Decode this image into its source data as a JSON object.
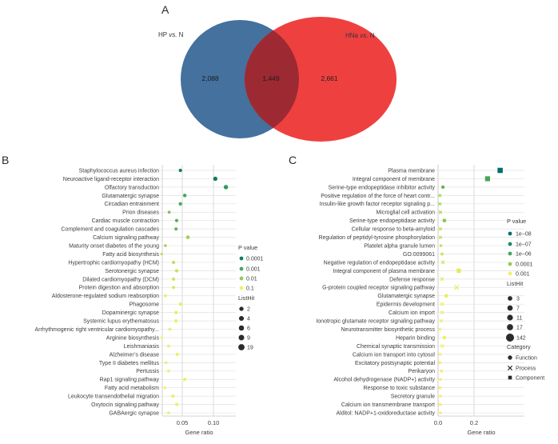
{
  "figure": {
    "panel_a_label": "A",
    "panel_b_label": "B",
    "panel_c_label": "C"
  },
  "chart_data": [
    {
      "type": "venn",
      "panel": "A",
      "sets": [
        {
          "label_parts": [
            "HP ",
            "vs.",
            " N"
          ],
          "count": "2,088",
          "color": "#44719e"
        },
        {
          "label_parts": [
            "HNa ",
            "vs.",
            " N"
          ],
          "count": "2,661",
          "color": "#ef4040"
        }
      ],
      "intersection": {
        "count": "1,449",
        "color": "#9d2a33"
      }
    },
    {
      "type": "scatter",
      "panel": "B",
      "xlabel": "Gene ratio",
      "x_ticks": [
        {
          "value": 0.05,
          "label": "0.05"
        },
        {
          "value": 0.1,
          "label": "0.10"
        }
      ],
      "xlim": [
        0.018,
        0.136
      ],
      "grid": true,
      "legend_position": "right",
      "legend": {
        "p_title": "P value",
        "p_items": [
          {
            "label": "0.0001",
            "color": "#0e7d62"
          },
          {
            "label": "0.001",
            "color": "#41a85f"
          },
          {
            "label": "0.01",
            "color": "#96c957"
          },
          {
            "label": "0.1",
            "color": "#eef064"
          }
        ],
        "size_title": "ListHit",
        "size_items": [
          2,
          4,
          6,
          9,
          19
        ]
      },
      "points": [
        {
          "label": "Staphylococcus aureus infection",
          "gene_ratio": 0.047,
          "list_hit": 6,
          "color": "#0e7d62"
        },
        {
          "label": "Neuroactive ligand-receptor interaction",
          "gene_ratio": 0.103,
          "list_hit": 17,
          "color": "#0e7d62"
        },
        {
          "label": "Olfactory transduction",
          "gene_ratio": 0.12,
          "list_hit": 19,
          "color": "#2f9a60"
        },
        {
          "label": "Glutamatergic synapse",
          "gene_ratio": 0.054,
          "list_hit": 8,
          "color": "#41a75c"
        },
        {
          "label": "Circadian entrainment",
          "gene_ratio": 0.047,
          "list_hit": 7,
          "color": "#4cab5a"
        },
        {
          "label": "Prion diseases",
          "gene_ratio": 0.029,
          "list_hit": 4,
          "color": "#83c054"
        },
        {
          "label": "Cardiac muscle contraction",
          "gene_ratio": 0.041,
          "list_hit": 6,
          "color": "#55b159"
        },
        {
          "label": "Complement and coagulation cascades",
          "gene_ratio": 0.04,
          "list_hit": 6,
          "color": "#61b657"
        },
        {
          "label": "Calcium signaling pathway",
          "gene_ratio": 0.059,
          "list_hit": 9,
          "color": "#a6d052"
        },
        {
          "label": "Maturity onset diabetes of the young",
          "gene_ratio": 0.023,
          "list_hit": 3,
          "color": "#9cca55"
        },
        {
          "label": "Fatty acid biosynthesis",
          "gene_ratio": 0.017,
          "list_hit": 2,
          "color": "#b9d94f"
        },
        {
          "label": "Hypertrophic cardiomyopathy (HCM)",
          "gene_ratio": 0.036,
          "list_hit": 5,
          "color": "#c5dd52"
        },
        {
          "label": "Serotonergic synapse",
          "gene_ratio": 0.041,
          "list_hit": 6,
          "color": "#cde055"
        },
        {
          "label": "Dilated cardiomyopathy (DCM)",
          "gene_ratio": 0.036,
          "list_hit": 5,
          "color": "#d0e254"
        },
        {
          "label": "Protein digestion and absorption",
          "gene_ratio": 0.036,
          "list_hit": 5,
          "color": "#dbe85a"
        },
        {
          "label": "Aldosterone-regulated sodium reabsorption",
          "gene_ratio": 0.023,
          "list_hit": 3,
          "color": "#e4ec5e"
        },
        {
          "label": "Phagosome",
          "gene_ratio": 0.047,
          "list_hit": 6,
          "color": "#e9ee61"
        },
        {
          "label": "Dopaminergic synapse",
          "gene_ratio": 0.04,
          "list_hit": 6,
          "color": "#e9ee61"
        },
        {
          "label": "Systemic lupus erythematosus",
          "gene_ratio": 0.04,
          "list_hit": 6,
          "color": "#ebef62"
        },
        {
          "label": "Arrhythmogenic right ventricular cardiomyopathy...",
          "gene_ratio": 0.03,
          "list_hit": 4,
          "color": "#ebef62"
        },
        {
          "label": "Arginine biosynthesis",
          "gene_ratio": 0.017,
          "list_hit": 2,
          "color": "#edf063"
        },
        {
          "label": "Leishmaniasis",
          "gene_ratio": 0.028,
          "list_hit": 4,
          "color": "#edf063"
        },
        {
          "label": "Alzheimer’s disease",
          "gene_ratio": 0.042,
          "list_hit": 6,
          "color": "#edf063"
        },
        {
          "label": "Type II diabetes mellitus",
          "gene_ratio": 0.024,
          "list_hit": 3,
          "color": "#eef064"
        },
        {
          "label": "Pertussis",
          "gene_ratio": 0.028,
          "list_hit": 4,
          "color": "#eef064"
        },
        {
          "label": "Rap1 signaling pathway",
          "gene_ratio": 0.054,
          "list_hit": 7,
          "color": "#eef064"
        },
        {
          "label": "Fatty acid metabolism",
          "gene_ratio": 0.022,
          "list_hit": 3,
          "color": "#eef064"
        },
        {
          "label": "Leukocyte transendothelial migration",
          "gene_ratio": 0.035,
          "list_hit": 5,
          "color": "#eef064"
        },
        {
          "label": "Oxytocin signaling pathway",
          "gene_ratio": 0.041,
          "list_hit": 6,
          "color": "#eef064"
        },
        {
          "label": "GABAergic synapse",
          "gene_ratio": 0.028,
          "list_hit": 4,
          "color": "#eef064"
        }
      ]
    },
    {
      "type": "scatter",
      "panel": "C",
      "xlabel": "Gene ratio",
      "x_ticks": [
        {
          "value": 0.0,
          "label": "0.0"
        },
        {
          "value": 0.2,
          "label": "0.2"
        }
      ],
      "xlim": [
        0,
        0.48
      ],
      "grid": true,
      "legend_position": "right",
      "legend": {
        "p_title": "P value",
        "p_items": [
          {
            "label": "1e−08",
            "color": "#006e6d"
          },
          {
            "label": "1e−07",
            "color": "#1f8a5e"
          },
          {
            "label": "1e−06",
            "color": "#41a85f"
          },
          {
            "label": "0.0001",
            "color": "#9acb53"
          },
          {
            "label": "0.001",
            "color": "#eef064"
          }
        ],
        "size_title": "ListHit",
        "size_items": [
          3,
          7,
          11,
          17,
          142
        ],
        "category_title": "Category",
        "category_items": [
          {
            "label": "Function",
            "shape": "circle"
          },
          {
            "label": "Process",
            "shape": "cross"
          },
          {
            "label": "Component",
            "shape": "square"
          }
        ]
      },
      "points": [
        {
          "label": "Plasma membrane",
          "gene_ratio": 0.345,
          "list_hit": 142,
          "color": "#006e6d",
          "shape": "square"
        },
        {
          "label": "Integral component of membrane",
          "gene_ratio": 0.275,
          "list_hit": 100,
          "color": "#46a455",
          "shape": "square"
        },
        {
          "label": "Serine-type endopeptidase inhibitor activity",
          "gene_ratio": 0.027,
          "list_hit": 7,
          "color": "#67b350",
          "shape": "circle"
        },
        {
          "label": "Positive regulation of the force of heart contr...",
          "gene_ratio": 0.01,
          "list_hit": 3,
          "color": "#a9d150",
          "shape": "cross"
        },
        {
          "label": "Insulin-like growth factor receptor signaling p...",
          "gene_ratio": 0.01,
          "list_hit": 3,
          "color": "#abd250",
          "shape": "cross"
        },
        {
          "label": "Microglial cell activation",
          "gene_ratio": 0.013,
          "list_hit": 3,
          "color": "#b5d54e",
          "shape": "cross"
        },
        {
          "label": "Serine-type endopeptidase activity",
          "gene_ratio": 0.035,
          "list_hit": 11,
          "color": "#93c650",
          "shape": "circle"
        },
        {
          "label": "Cellular response to beta-amyloid",
          "gene_ratio": 0.013,
          "list_hit": 3,
          "color": "#c2db51",
          "shape": "cross"
        },
        {
          "label": "Regulation of peptidyl-tyrosine phosphorylation",
          "gene_ratio": 0.013,
          "list_hit": 3,
          "color": "#c6dc52",
          "shape": "cross"
        },
        {
          "label": "Platelet alpha granule lumen",
          "gene_ratio": 0.016,
          "list_hit": 4,
          "color": "#cbdf55",
          "shape": "square"
        },
        {
          "label": "GO:0099061",
          "gene_ratio": 0.022,
          "list_hit": 5,
          "color": "#d0e156",
          "shape": "square"
        },
        {
          "label": "Negative regulation of endopeptidase activity",
          "gene_ratio": 0.027,
          "list_hit": 6,
          "color": "#d7e558",
          "shape": "cross"
        },
        {
          "label": "Integral component of plasma membrane",
          "gene_ratio": 0.115,
          "list_hit": 40,
          "color": "#e2ea5c",
          "shape": "square"
        },
        {
          "label": "Defense response",
          "gene_ratio": 0.022,
          "list_hit": 5,
          "color": "#e5ec5e",
          "shape": "cross"
        },
        {
          "label": "G-protein coupled receptor signaling pathway",
          "gene_ratio": 0.103,
          "list_hit": 30,
          "color": "#e7ed5f",
          "shape": "cross"
        },
        {
          "label": "Glutamatergic synapse",
          "gene_ratio": 0.045,
          "list_hit": 11,
          "color": "#e8ee60",
          "shape": "square"
        },
        {
          "label": "Epidermis development",
          "gene_ratio": 0.023,
          "list_hit": 5,
          "color": "#eaef61",
          "shape": "cross"
        },
        {
          "label": "Calcium ion import",
          "gene_ratio": 0.022,
          "list_hit": 4,
          "color": "#eaef61",
          "shape": "cross"
        },
        {
          "label": "Ionotropic glutamate receptor signaling pathway",
          "gene_ratio": 0.017,
          "list_hit": 4,
          "color": "#ecf062",
          "shape": "cross"
        },
        {
          "label": "Neurotransmitter biosynthetic process",
          "gene_ratio": 0.009,
          "list_hit": 3,
          "color": "#ecf062",
          "shape": "cross"
        },
        {
          "label": "Heparin binding",
          "gene_ratio": 0.035,
          "list_hit": 9,
          "color": "#edf063",
          "shape": "circle"
        },
        {
          "label": "Chemical synaptic transmission",
          "gene_ratio": 0.023,
          "list_hit": 5,
          "color": "#edf063",
          "shape": "cross"
        },
        {
          "label": "Calcium ion transport into cytosol",
          "gene_ratio": 0.01,
          "list_hit": 3,
          "color": "#eef064",
          "shape": "cross"
        },
        {
          "label": "Excitatory postsynaptic potential",
          "gene_ratio": 0.01,
          "list_hit": 3,
          "color": "#eef064",
          "shape": "cross"
        },
        {
          "label": "Perikaryon",
          "gene_ratio": 0.019,
          "list_hit": 5,
          "color": "#eef064",
          "shape": "square"
        },
        {
          "label": "Alcohol dehydrogenase (NADP+) activity",
          "gene_ratio": 0.013,
          "list_hit": 3,
          "color": "#eef064",
          "shape": "circle"
        },
        {
          "label": "Response to toxic substance",
          "gene_ratio": 0.01,
          "list_hit": 3,
          "color": "#eef064",
          "shape": "cross"
        },
        {
          "label": "Secretory granule",
          "gene_ratio": 0.013,
          "list_hit": 4,
          "color": "#eef064",
          "shape": "square"
        },
        {
          "label": "Calcium ion transmembrane transport",
          "gene_ratio": 0.01,
          "list_hit": 4,
          "color": "#eef064",
          "shape": "cross"
        },
        {
          "label": "Alditol: NADP+1-oxidoreductase activity",
          "gene_ratio": 0.013,
          "list_hit": 3,
          "color": "#eef064",
          "shape": "circle"
        }
      ]
    }
  ]
}
